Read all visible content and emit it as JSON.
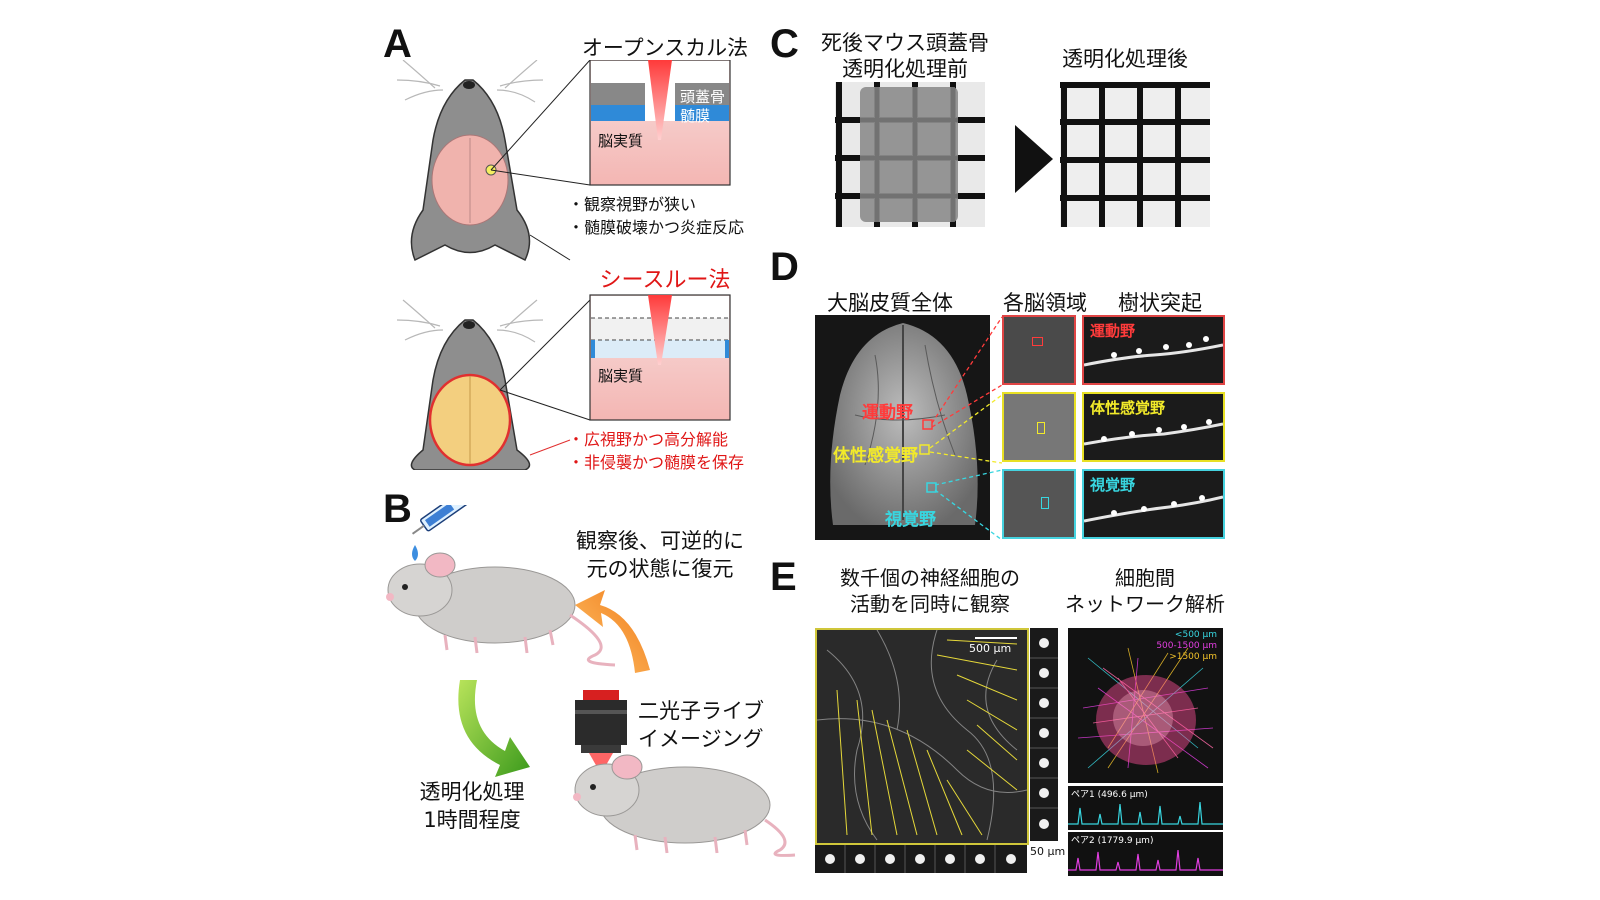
{
  "panels": {
    "A": {
      "letter": "A",
      "open_skull": {
        "title": "オープンスカル法",
        "labels": {
          "skull": "頭蓋骨",
          "dura": "髄膜",
          "parenchyma": "脳実質"
        },
        "notes": [
          "・観察視野が狭い",
          "・髄膜破壊かつ炎症反応"
        ]
      },
      "see_through": {
        "title": "シースルー法",
        "labels": {
          "parenchyma": "脳実質"
        },
        "notes": [
          "・広視野かつ高分解能",
          "・非侵襲かつ髄膜を保存"
        ]
      }
    },
    "B": {
      "letter": "B",
      "restore_text": [
        "観察後、可逆的に",
        "元の状態に復元"
      ],
      "imaging_text": [
        "二光子ライブ",
        "イメージング"
      ],
      "clearing_text": [
        "透明化処理",
        "1時間程度"
      ]
    },
    "C": {
      "letter": "C",
      "before_label": [
        "死後マウス頭蓋骨",
        "透明化処理前"
      ],
      "after_label": "透明化処理後"
    },
    "D": {
      "letter": "D",
      "headers": [
        "大脳皮質全体",
        "各脳領域",
        "樹状突起"
      ],
      "regions": [
        {
          "name": "運動野",
          "color": "#ff3b3b"
        },
        {
          "name": "体性感覚野",
          "color": "#f2ea2a"
        },
        {
          "name": "視覚野",
          "color": "#38d6e0"
        }
      ]
    },
    "E": {
      "letter": "E",
      "left_title": [
        "数千個の神経細胞の",
        "活動を同時に観察"
      ],
      "right_title": [
        "細胞間",
        "ネットワーク解析"
      ],
      "scalebar_large": "500 μm",
      "scalebar_small": "50 μm",
      "legend": [
        {
          "label": "<500 μm",
          "color": "#38d6e0"
        },
        {
          "label": "500-1500 μm",
          "color": "#e13ee0"
        },
        {
          "label": ">1500 μm",
          "color": "#f2c22a"
        }
      ],
      "traces": [
        {
          "label": "ペア1 (496.6 μm)",
          "color": "#38d6e0"
        },
        {
          "label": "ペア2 (1779.9 μm)",
          "color": "#e13ee0"
        }
      ]
    }
  }
}
